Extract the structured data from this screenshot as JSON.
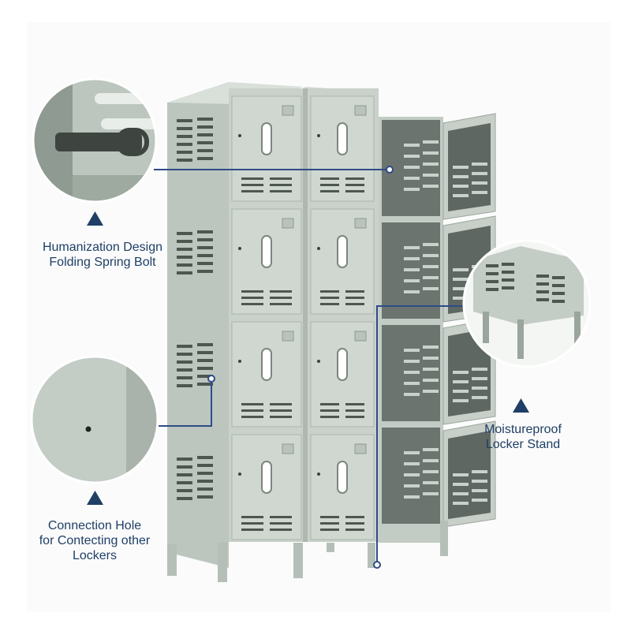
{
  "colors": {
    "locker_body": "#c9d1ca",
    "locker_shadow": "#9aa59e",
    "locker_interior": "#6c7470",
    "callout_text": "#1f3f66",
    "leader_line": "#2e4c86",
    "triangle": "#1f3f66"
  },
  "callouts": {
    "spring_bolt": {
      "line1": "Humanization Design",
      "line2": "Folding Spring Bolt",
      "icon": "triangle-up-icon"
    },
    "connection_hole": {
      "line1": "Connection Hole",
      "line2": "for Contecting other",
      "line3": "Lockers",
      "icon": "triangle-up-icon"
    },
    "stand": {
      "line1": "Moistureproof",
      "line2": "Locker Stand",
      "icon": "triangle-up-icon"
    }
  },
  "locker": {
    "columns": 3,
    "tiers": 4,
    "open_column": 3
  }
}
